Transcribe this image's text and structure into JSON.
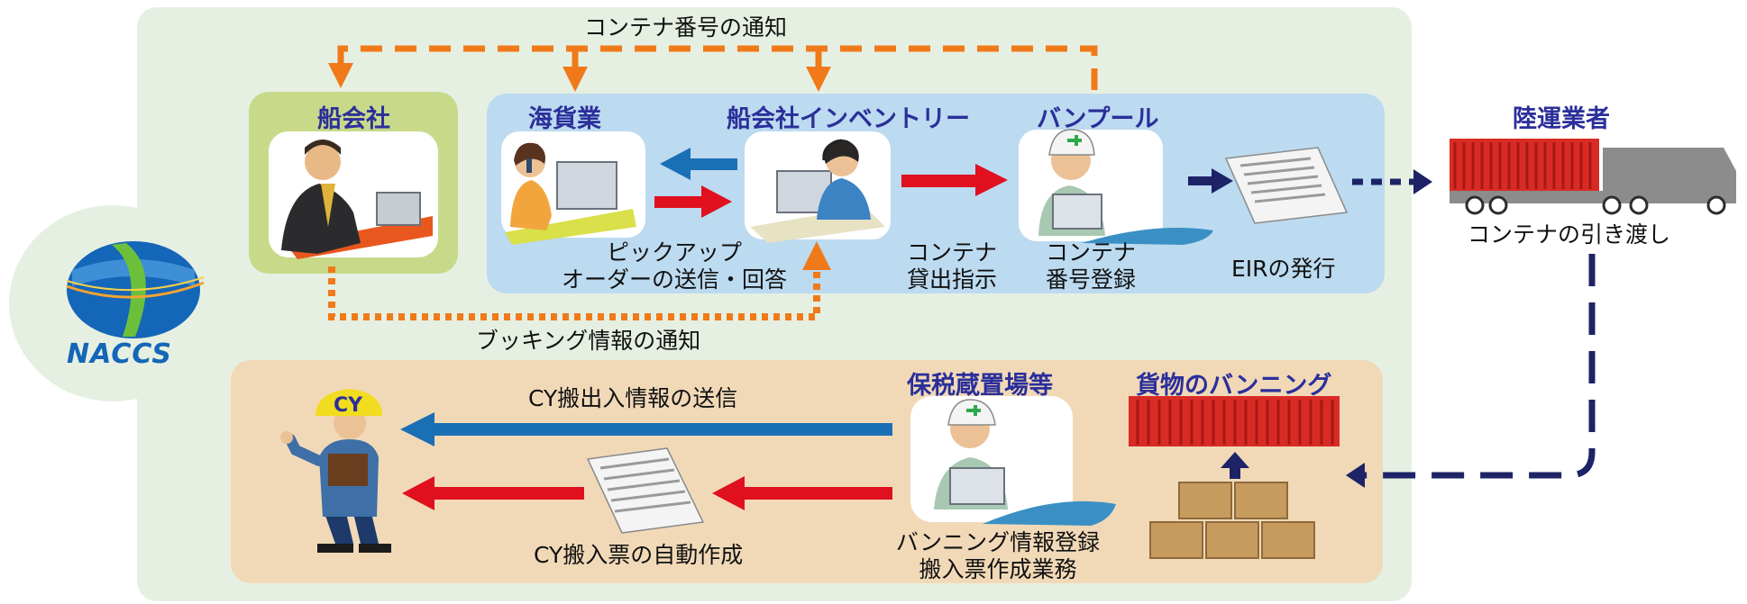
{
  "logo": {
    "text": "NACCS"
  },
  "top_notice": "コンテナ番号の通知",
  "booking_notice": "ブッキング情報の通知",
  "actors": {
    "shipping_company": "船会社",
    "forwarder": "海貨業",
    "inventory": "船会社インベントリー",
    "van_pool": "バンプール",
    "trucker": "陸運業者",
    "bonded_area": "保税蔵置場等",
    "vanning": "貨物のバンニング"
  },
  "labels": {
    "pickup_line1": "ピックアップ",
    "pickup_line2": "オーダーの送信・回答",
    "lend_line1": "コンテナ",
    "lend_line2": "貸出指示",
    "register_line1": "コンテナ",
    "register_line2": "番号登録",
    "eir": "EIRの発行",
    "handover": "コンテナの引き渡し",
    "cy_info": "CY搬出入情報の送信",
    "cy_slip": "CY搬入票の自動作成",
    "vanning_line1": "バンニング情報登録",
    "vanning_line2": "搬入票作成業務",
    "cy_helmet": "CY"
  },
  "colors": {
    "outer_panel": "#e6f0e2",
    "blue_panel": "#bcdaf0",
    "tan_panel": "#f1d9b8",
    "ship_panel": "#c9d98a",
    "orange": "#f07a1a",
    "red": "#e0101e",
    "blue": "#1b6fb5",
    "navy": "#1d2366",
    "container_red": "#d92b25"
  }
}
